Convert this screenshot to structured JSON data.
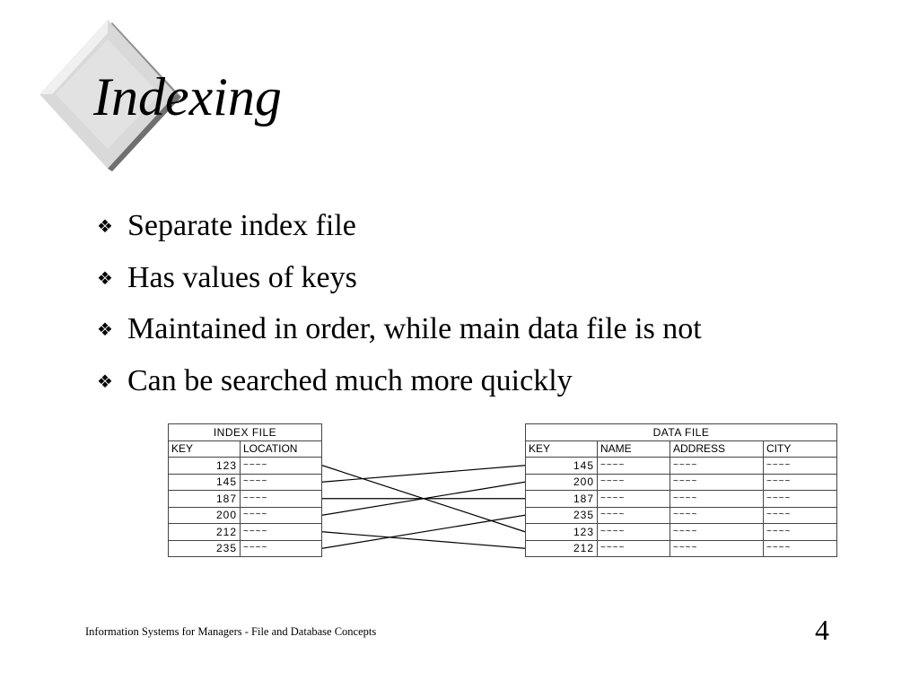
{
  "slide": {
    "title": "Indexing",
    "bullet_symbol": "❖",
    "bullets": [
      "Separate index file",
      "Has values of keys",
      "Maintained in order, while main data file is not",
      "Can be searched much more quickly"
    ],
    "footer": "Information Systems for Managers - File and Database Concepts",
    "page_number": "4"
  },
  "index_file": {
    "caption": "INDEX FILE",
    "headers": [
      "KEY",
      "LOCATION"
    ],
    "rows": [
      {
        "key": "123",
        "location": "~~~~"
      },
      {
        "key": "145",
        "location": "~~~~"
      },
      {
        "key": "187",
        "location": "~~~~"
      },
      {
        "key": "200",
        "location": "~~~~"
      },
      {
        "key": "212",
        "location": "~~~~"
      },
      {
        "key": "235",
        "location": "~~~~"
      }
    ]
  },
  "data_file": {
    "caption": "DATA FILE",
    "headers": [
      "KEY",
      "NAME",
      "ADDRESS",
      "CITY"
    ],
    "rows": [
      {
        "key": "145",
        "name": "~~~~",
        "address": "~~~~",
        "city": "~~~~"
      },
      {
        "key": "200",
        "name": "~~~~",
        "address": "~~~~",
        "city": "~~~~"
      },
      {
        "key": "187",
        "name": "~~~~",
        "address": "~~~~",
        "city": "~~~~"
      },
      {
        "key": "235",
        "name": "~~~~",
        "address": "~~~~",
        "city": "~~~~"
      },
      {
        "key": "123",
        "name": "~~~~",
        "address": "~~~~",
        "city": "~~~~"
      },
      {
        "key": "212",
        "name": "~~~~",
        "address": "~~~~",
        "city": "~~~~"
      }
    ]
  },
  "links": [
    {
      "from": "123",
      "to": "123"
    },
    {
      "from": "145",
      "to": "145"
    },
    {
      "from": "187",
      "to": "187"
    },
    {
      "from": "200",
      "to": "200"
    },
    {
      "from": "212",
      "to": "212"
    },
    {
      "from": "235",
      "to": "235"
    }
  ]
}
